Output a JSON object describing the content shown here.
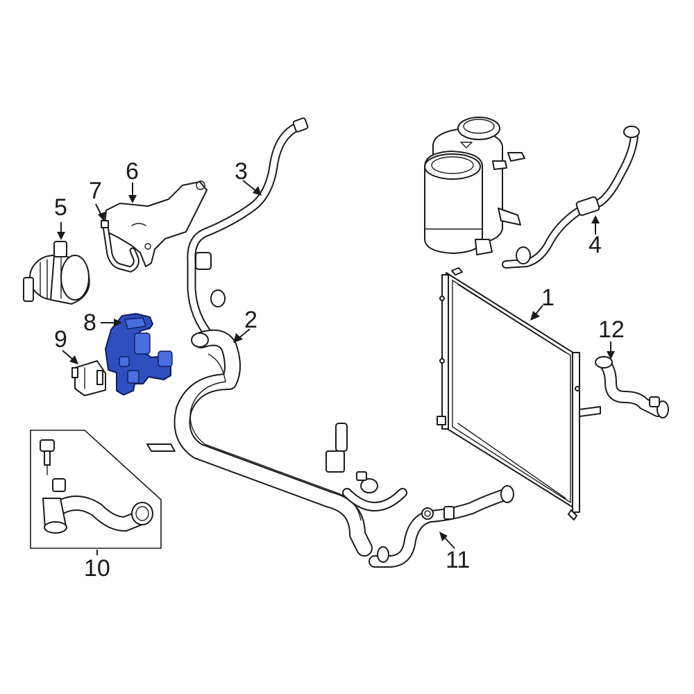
{
  "callouts": {
    "c1": "1",
    "c2": "2",
    "c3": "3",
    "c4": "4",
    "c5": "5",
    "c6": "6",
    "c7": "7",
    "c8": "8",
    "c9": "9",
    "c10": "10",
    "c11": "11",
    "c12": "12"
  },
  "highlight_color": "#2f4fbf",
  "highlighted_callout": "8"
}
